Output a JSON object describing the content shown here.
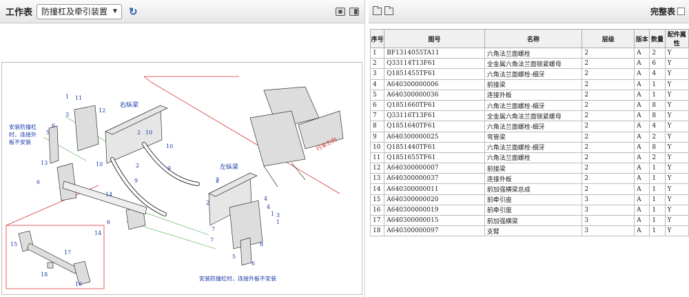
{
  "left_toolbar": {
    "title": "工作表",
    "select_value": "防撞杠及牵引装置",
    "icons": [
      "chevron-down-icon",
      "refresh-icon",
      "camera-icon",
      "export-icon"
    ]
  },
  "drawing": {
    "labels": {
      "right_beam": "右纵梁",
      "left_beam": "左纵梁",
      "direction": "行车方向",
      "note_left": [
        "安装防撞杠",
        "时，连接外",
        "板不安装"
      ],
      "note_bottom": "安装防撞杠时，连接外板不安装"
    },
    "callouts": [
      "1",
      "11",
      "3",
      "12",
      "6",
      "5",
      "13",
      "2",
      "10",
      "10",
      "9",
      "9",
      "2",
      "10",
      "6",
      "7",
      "14",
      "4",
      "2",
      "3",
      "1",
      "6",
      "7",
      "8",
      "5",
      "6",
      "14",
      "15",
      "17",
      "18",
      "16",
      "2",
      "2",
      "4",
      "1"
    ]
  },
  "right_toolbar": {
    "complete_label": "完整表",
    "icons": [
      "folder-icon",
      "folder-open-icon"
    ]
  },
  "table": {
    "headers": [
      "序号",
      "图号",
      "名称",
      "层级",
      "版本",
      "数量",
      "配件属性"
    ],
    "rows": [
      [
        "1",
        "BF1314055TA11",
        "六角法兰面螺栓",
        "2",
        "A",
        "2",
        "Y"
      ],
      [
        "2",
        "Q33114T13F61",
        "全金属六角法兰面锁紧螺母",
        "2",
        "A",
        "6",
        "Y"
      ],
      [
        "3",
        "Q1851455TF61",
        "六角法兰面螺栓-细牙",
        "2",
        "A",
        "4",
        "Y"
      ],
      [
        "4",
        "A640300000006",
        "前接梁",
        "2",
        "A",
        "1",
        "Y"
      ],
      [
        "5",
        "A640300000036",
        "连接外板",
        "2",
        "A",
        "1",
        "Y"
      ],
      [
        "6",
        "Q1851660TF61",
        "六角法兰面螺栓-细牙",
        "2",
        "A",
        "8",
        "Y"
      ],
      [
        "7",
        "Q33116T13F61",
        "全金属六角法兰面锁紧螺母",
        "2",
        "A",
        "8",
        "Y"
      ],
      [
        "8",
        "Q1851640TF61",
        "六角法兰面螺栓-细牙",
        "2",
        "A",
        "4",
        "Y"
      ],
      [
        "9",
        "A640300000025",
        "弯管梁",
        "2",
        "A",
        "2",
        "Y"
      ],
      [
        "10",
        "Q1851440TF61",
        "六角法兰面螺栓-细牙",
        "2",
        "A",
        "8",
        "Y"
      ],
      [
        "11",
        "Q1851655TF61",
        "六角法兰面螺栓",
        "2",
        "A",
        "2",
        "Y"
      ],
      [
        "12",
        "A640300000007",
        "前接梁",
        "2",
        "A",
        "1",
        "Y"
      ],
      [
        "13",
        "A640300000037",
        "连接外板",
        "2",
        "A",
        "1",
        "Y"
      ],
      [
        "14",
        "A640300000011",
        "前加强横梁总成",
        "2",
        "A",
        "1",
        "Y"
      ],
      [
        "15",
        "A640300000020",
        "前牵引座",
        "3",
        "A",
        "1",
        "Y"
      ],
      [
        "16",
        "A640300000019",
        "前牵引座",
        "3",
        "A",
        "1",
        "Y"
      ],
      [
        "17",
        "A640300000015",
        "前加强横梁",
        "3",
        "A",
        "1",
        "Y"
      ],
      [
        "18",
        "A640300000097",
        "支臂",
        "3",
        "A",
        "1",
        "Y"
      ]
    ]
  }
}
